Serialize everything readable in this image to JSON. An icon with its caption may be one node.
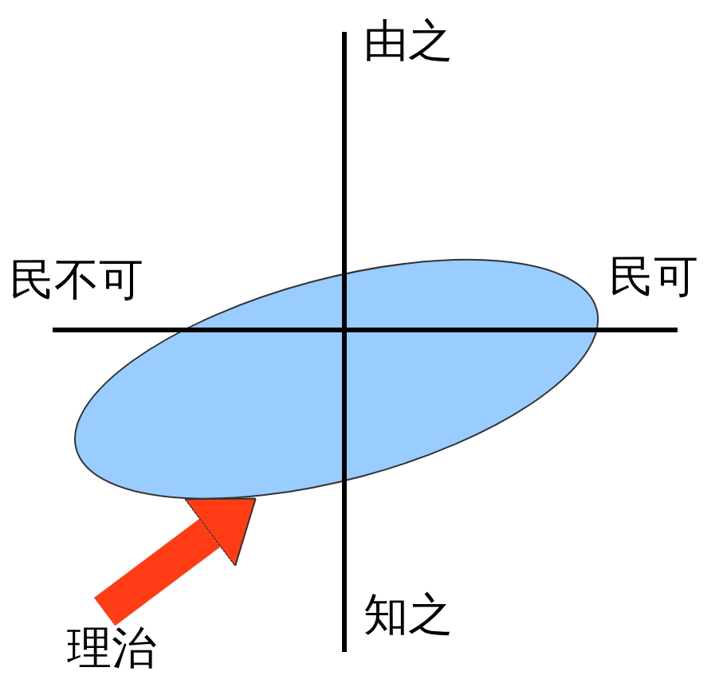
{
  "diagram": {
    "nodes": [
      {
        "text": [],
        "shape": "ellipse"
      },
      {
        "text": [
          "理治"
        ]
      }
    ],
    "edges": [
      {
        "from": 1,
        "to": 0,
        "arrow": "to",
        "color": "#ff3c14"
      }
    ],
    "labels": [
      "由之",
      "民不可",
      "民可",
      "知之"
    ]
  }
}
